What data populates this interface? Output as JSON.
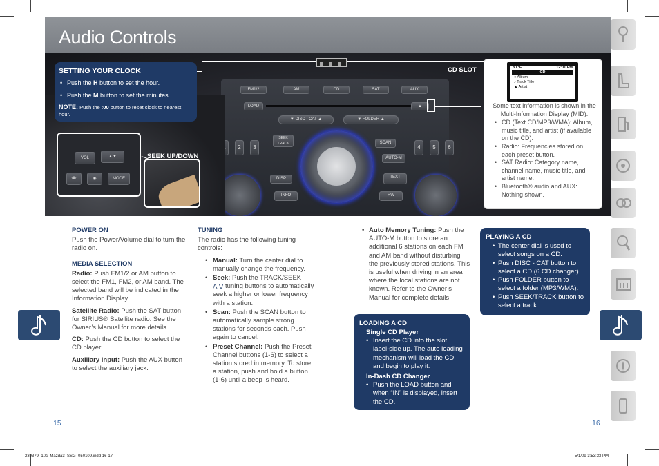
{
  "page": {
    "title": "Audio Controls",
    "page_left": "15",
    "page_right": "16",
    "footer_left": "230379_10c_Mazda3_SSG_050109.indd   16-17",
    "footer_right": "5/1/09   3:53:33 PM"
  },
  "clock_callout": {
    "title": "SETTING YOUR CLOCK",
    "item1_pre": "Push the ",
    "item1_key": "H",
    "item1_post": " button to set the hour.",
    "item2_pre": "Push the ",
    "item2_key": "M",
    "item2_post": " button to set the minutes.",
    "note_label": "NOTE:",
    "note_pre": " Push the ",
    "note_key": ":00",
    "note_post": " button to reset clock to nearest hour."
  },
  "labels": {
    "cd_slot": "CD SLOT",
    "seek": "SEEK UP/DOWN"
  },
  "radio": {
    "top_buttons": [
      "FM1/2",
      "AM",
      "CD",
      "SAT",
      "AUX"
    ],
    "load": "LOAD",
    "disc_cat": "DISC - CAT",
    "folder": "FOLDER",
    "seek_track": "SEEK TRACK",
    "scan": "SCAN",
    "auto_m": "AUTO-M",
    "disp": "DISP",
    "text": "TEXT",
    "info": "INFO",
    "rw": "RW",
    "presets": [
      "1",
      "2",
      "3",
      "4",
      "5",
      "6"
    ],
    "wheel_buttons": [
      "VOL",
      "MODE"
    ]
  },
  "mid": {
    "screen_temp": "80 °F",
    "screen_time": "12:01 PM",
    "screen_header": "CD",
    "screen_rows": [
      "Album",
      "Track Title",
      "Artist"
    ],
    "intro": "Some text information is shown in the Multi-Information Display (MID).",
    "items": [
      "CD (Text CD/MP3/WMA): Album, music title, and artist (if available on the CD).",
      "Radio: Frequencies stored on each preset button.",
      "SAT Radio: Category name, channel name, music title, and artist name.",
      "Bluetooth® audio and AUX: Nothing shown."
    ]
  },
  "col1": {
    "power_title": "POWER ON",
    "power_text": "Push the Power/Volume dial to turn the radio on.",
    "media_title": "MEDIA SELECTION",
    "radio_label": "Radio:",
    "radio_text": " Push FM1/2 or AM button to select the FM1, FM2, or AM band. The selected band will be indicated in the Information Display.",
    "sat_label": "Satellite Radio:",
    "sat_text": " Push the SAT button for SIRIUS® Satellite radio. See the Owner’s Manual for more details.",
    "cd_label": "CD:",
    "cd_text": " Push the CD button to select the CD player.",
    "aux_label": "Auxiliary Input:",
    "aux_text": " Push the AUX button to select the auxiliary jack."
  },
  "col2": {
    "title": "TUNING",
    "intro": "The radio has the following tuning controls:",
    "manual_label": "Manual:",
    "manual_text": " Turn the center dial to manually change the frequency.",
    "seek_label": "Seek:",
    "seek_text_a": " Push the TRACK/SEEK",
    "seek_text_b": " tuning buttons to automatically seek a higher or lower frequency with a station.",
    "scan_label": "Scan:",
    "scan_text": " Push the SCAN button to automatically sample strong stations for seconds each. Push again to cancel.",
    "preset_label": "Preset Channel:",
    "preset_text": " Push the Preset Channel buttons (1-6) to select a station stored in memory. To store a station, push and hold a button (1-6) until a beep is heard."
  },
  "col3": {
    "automem_label": "Auto Memory Tuning:",
    "automem_text": " Push the AUTO-M button to store an additional 6 stations on each FM and AM band without disturbing the previously stored stations. This is useful when driving in an area where the local stations are not known. Refer to the Owner’s Manual for complete details."
  },
  "loading": {
    "title": "LOADING A CD",
    "single_title": "Single CD Player",
    "single_text": "Insert the CD into the slot, label-side up. The auto loading mechanism will load the CD and begin to play it.",
    "indash_title": "In-Dash CD Changer",
    "indash_text": "Push the LOAD button and when “IN” is displayed, insert the CD."
  },
  "playing": {
    "title": "PLAYING A CD",
    "items": [
      "The center dial is used to select songs on a CD.",
      "Push DISC - CAT button to select a CD (6 CD changer).",
      "Push FOLDER button to select a folder (MP3/WMA).",
      "Push SEEK/TRACK button to select a track."
    ]
  },
  "side_tabs": [
    "key-icon",
    "seat-icon",
    "fuel-icon",
    "steering-wheel-icon",
    "gauges-icon",
    "search-icon",
    "audio-icon",
    "music-note-icon",
    "compass-icon",
    "phone-icon"
  ],
  "colors": {
    "navy": "#1f3a66",
    "title_bar": "#878b91",
    "heading_blue": "#1f3a66"
  }
}
